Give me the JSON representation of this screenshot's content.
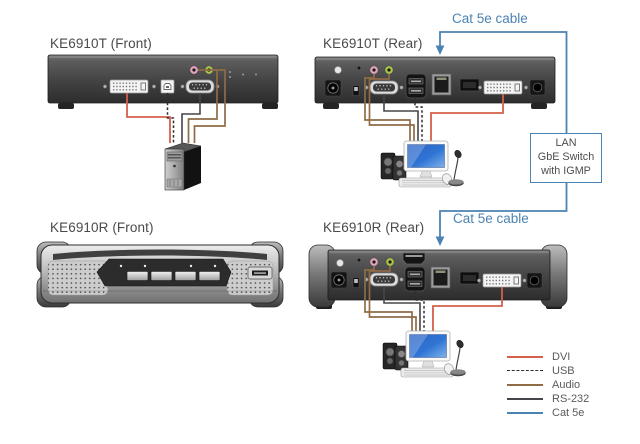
{
  "devices": {
    "tx_front_label": "KE6910T (Front)",
    "tx_rear_label": "KE6910T (Rear)",
    "rx_front_label": "KE6910R (Front)",
    "rx_rear_label": "KE6910R (Rear)"
  },
  "cables": {
    "cat5e_top_label": "Cat 5e cable",
    "cat5e_bottom_label": "Cat 5e cable"
  },
  "switch_box": {
    "line1": "LAN",
    "line2": "GbE Switch",
    "line3": "with IGMP"
  },
  "legend": {
    "items": [
      {
        "label": "DVI",
        "color": "#d2604a",
        "style": "solid"
      },
      {
        "label": "USB",
        "color": "#2e2e2e",
        "style": "dashed"
      },
      {
        "label": "Audio",
        "color": "#8f6b46",
        "style": "solid"
      },
      {
        "label": "RS-232",
        "color": "#46464a",
        "style": "solid"
      },
      {
        "label": "Cat 5e",
        "color": "#4b83b2",
        "style": "solid"
      }
    ]
  },
  "colors": {
    "dvi": "#d2604a",
    "usb": "#2e2e2e",
    "audio": "#8f6b46",
    "rs232": "#46464a",
    "cat5e": "#4b83b2",
    "label_text": "#4a4a4a",
    "legend_text": "#5a5a5a"
  }
}
